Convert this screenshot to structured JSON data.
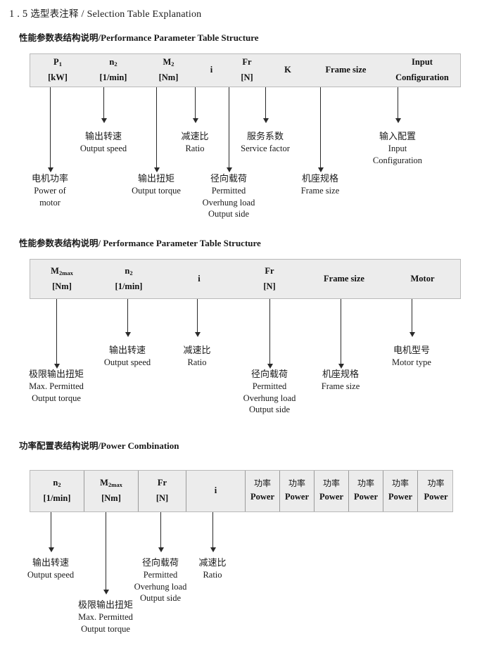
{
  "document": {
    "section_number": "1 . 5",
    "title_cn": "选型表注释",
    "title_sep": "/",
    "title_en": "Selection Table Explanation"
  },
  "sections": [
    {
      "heading": {
        "cn": "性能参数表结构说明",
        "sep": "/",
        "en": "Performance Parameter Table Structure"
      },
      "table": {
        "ruled": false,
        "columns": [
          {
            "symbol": "P",
            "sub": "1",
            "unit": "[kW]"
          },
          {
            "symbol": "n",
            "sub": "2",
            "unit": "[1/min]"
          },
          {
            "symbol": "M",
            "sub": "2",
            "unit": "[Nm]"
          },
          {
            "symbol": "i",
            "sub": "",
            "unit": ""
          },
          {
            "symbol": "Fr",
            "sub": "",
            "unit": "[N]"
          },
          {
            "symbol": "K",
            "sub": "",
            "unit": ""
          },
          {
            "symbol": "Frame size",
            "sub": "",
            "unit": ""
          },
          {
            "symbol": "Input",
            "sub": "",
            "unit": "Configuration"
          }
        ]
      },
      "annotations": [
        {
          "cn": "电机功率",
          "en": [
            "Power of",
            "motor"
          ]
        },
        {
          "cn": "输出转速",
          "en": [
            "Output speed"
          ]
        },
        {
          "cn": "输出扭矩",
          "en": [
            "Output torque"
          ]
        },
        {
          "cn": "减速比",
          "en": [
            "Ratio"
          ]
        },
        {
          "cn": "径向载荷",
          "en": [
            "Permitted",
            "Overhung load",
            "Output side"
          ]
        },
        {
          "cn": "服务系数",
          "en": [
            "Service factor"
          ]
        },
        {
          "cn": "机座规格",
          "en": [
            "Frame size"
          ]
        },
        {
          "cn": "输入配置",
          "en": [
            "Input",
            "Configuration"
          ]
        }
      ]
    },
    {
      "heading": {
        "cn": "性能参数表结构说明",
        "sep": "/",
        "en": "Performance Parameter Table Structure"
      },
      "table": {
        "ruled": false,
        "columns": [
          {
            "symbol": "M",
            "sub": "2max",
            "unit": "[Nm]"
          },
          {
            "symbol": "n",
            "sub": "2",
            "unit": "[1/min]"
          },
          {
            "symbol": "i",
            "sub": "",
            "unit": ""
          },
          {
            "symbol": "Fr",
            "sub": "",
            "unit": "[N]"
          },
          {
            "symbol": "Frame size",
            "sub": "",
            "unit": ""
          },
          {
            "symbol": "Motor",
            "sub": "",
            "unit": ""
          }
        ]
      },
      "annotations": [
        {
          "cn": "极限输出扭矩",
          "en": [
            "Max. Permitted",
            "Output  torque"
          ]
        },
        {
          "cn": "输出转速",
          "en": [
            "Output speed"
          ]
        },
        {
          "cn": "减速比",
          "en": [
            "Ratio"
          ]
        },
        {
          "cn": "径向载荷",
          "en": [
            "Permitted",
            "Overhung load",
            "Output side"
          ]
        },
        {
          "cn": "机座规格",
          "en": [
            "Frame size"
          ]
        },
        {
          "cn": "电机型号",
          "en": [
            "Motor type"
          ]
        }
      ]
    },
    {
      "heading": {
        "cn": "功率配置表结构说明",
        "sep": "/",
        "en": "Power Combination"
      },
      "table": {
        "ruled": true,
        "columns": [
          {
            "symbol": "n",
            "sub": "2",
            "unit": "[1/min]"
          },
          {
            "symbol": "M",
            "sub": "2max",
            "unit": "[Nm]"
          },
          {
            "symbol": "Fr",
            "sub": "",
            "unit": "[N]"
          },
          {
            "symbol": "i",
            "sub": "",
            "unit": ""
          },
          {
            "symbol": "功率",
            "sub": "",
            "unit": "Power",
            "cjk": true
          },
          {
            "symbol": "功率",
            "sub": "",
            "unit": "Power",
            "cjk": true
          },
          {
            "symbol": "功率",
            "sub": "",
            "unit": "Power",
            "cjk": true
          },
          {
            "symbol": "功率",
            "sub": "",
            "unit": "Power",
            "cjk": true
          },
          {
            "symbol": "功率",
            "sub": "",
            "unit": "Power",
            "cjk": true
          },
          {
            "symbol": "功率",
            "sub": "",
            "unit": "Power",
            "cjk": true
          }
        ]
      },
      "annotations": [
        {
          "cn": "输出转速",
          "en": [
            "Output speed"
          ]
        },
        {
          "cn": "极限输出扭矩",
          "en": [
            "Max. Permitted",
            "Output  torque"
          ]
        },
        {
          "cn": "径向载荷",
          "en": [
            "Permitted",
            "Overhung load",
            "Output side"
          ]
        },
        {
          "cn": "减速比",
          "en": [
            "Ratio"
          ]
        }
      ]
    }
  ],
  "colors": {
    "table_fill": "#ececec",
    "table_border": "#b9b9b9",
    "cell_divider": "#9a9a9a",
    "arrow": "#2a2a2a",
    "text": "#1a1a1a",
    "page_background": "#ffffff"
  }
}
